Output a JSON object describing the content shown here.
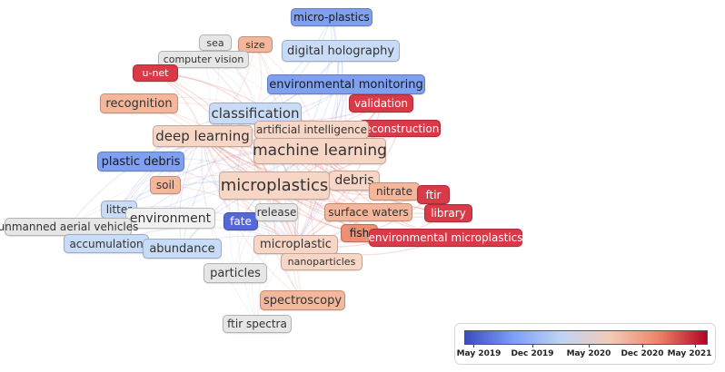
{
  "colors": {
    "scale": [
      "#3b4cc0",
      "#7b9ff9",
      "#c0d4f5",
      "#f2cbb7",
      "#ee8468",
      "#b40426"
    ]
  },
  "keywords": [
    {
      "label": "micro-plastics",
      "tone": "mid-blue"
    },
    {
      "label": "sea",
      "tone": "gray"
    },
    {
      "label": "size",
      "tone": "peach"
    },
    {
      "label": "digital holography",
      "tone": "pale-blue"
    },
    {
      "label": "computer vision",
      "tone": "gray"
    },
    {
      "label": "u-net",
      "tone": "red"
    },
    {
      "label": "environmental monitoring",
      "tone": "mid-blue"
    },
    {
      "label": "recognition",
      "tone": "peach"
    },
    {
      "label": "validation",
      "tone": "red"
    },
    {
      "label": "classification",
      "tone": "pale-blue"
    },
    {
      "label": "reconstruction",
      "tone": "red"
    },
    {
      "label": "artificial intelligence",
      "tone": "light-peach"
    },
    {
      "label": "deep learning",
      "tone": "light-peach"
    },
    {
      "label": "machine learning",
      "tone": "light-peach"
    },
    {
      "label": "plastic debris",
      "tone": "mid-blue"
    },
    {
      "label": "soil",
      "tone": "peach"
    },
    {
      "label": "microplastics",
      "tone": "light-peach"
    },
    {
      "label": "debris",
      "tone": "light-peach"
    },
    {
      "label": "nitrate",
      "tone": "peach"
    },
    {
      "label": "ftir",
      "tone": "red"
    },
    {
      "label": "litter",
      "tone": "pale-blue"
    },
    {
      "label": "environment",
      "tone": "light-gray"
    },
    {
      "label": "fate",
      "tone": "blue"
    },
    {
      "label": "release",
      "tone": "gray"
    },
    {
      "label": "surface waters",
      "tone": "peach"
    },
    {
      "label": "library",
      "tone": "red"
    },
    {
      "label": "unmanned aerial vehicles",
      "tone": "gray"
    },
    {
      "label": "accumulation",
      "tone": "pale-blue"
    },
    {
      "label": "abundance",
      "tone": "pale-blue"
    },
    {
      "label": "fish",
      "tone": "salmon"
    },
    {
      "label": "environmental microplastics",
      "tone": "red"
    },
    {
      "label": "microplastic",
      "tone": "light-peach"
    },
    {
      "label": "nanoparticles",
      "tone": "light-peach"
    },
    {
      "label": "particles",
      "tone": "gray"
    },
    {
      "label": "spectroscopy",
      "tone": "peach"
    },
    {
      "label": "ftir spectra",
      "tone": "gray"
    }
  ],
  "legend": {
    "ticks": [
      "May 2019",
      "Dec 2019",
      "May 2020",
      "Dec 2020",
      "May 2021"
    ]
  }
}
